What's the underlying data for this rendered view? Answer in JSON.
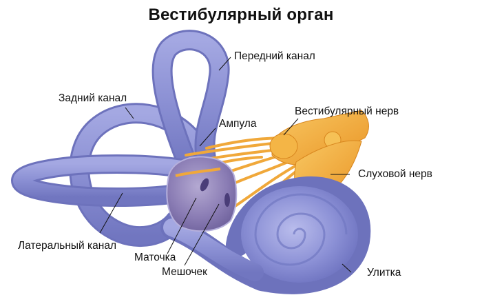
{
  "title": "Вестибулярный орган",
  "colors": {
    "canal": "#8b90d2",
    "canal_dark": "#6f73bd",
    "canal_light": "#b6b9e8",
    "vestibule": "#7d6fa8",
    "nerve": "#f2a531",
    "nerve_light": "#f7c45e",
    "leader_line": "#111111"
  },
  "labels": [
    {
      "id": "anterior-canal",
      "text": "Передний канал"
    },
    {
      "id": "posterior-canal",
      "text": "Задний канал"
    },
    {
      "id": "ampulla",
      "text": "Ампула"
    },
    {
      "id": "vestibular-nerve",
      "text": "Вестибулярный нерв"
    },
    {
      "id": "auditory-nerve",
      "text": "Слуховой нерв"
    },
    {
      "id": "lateral-canal",
      "text": "Латеральный канал"
    },
    {
      "id": "utricle",
      "text": "Маточка"
    },
    {
      "id": "saccule",
      "text": "Мешочек"
    },
    {
      "id": "cochlea",
      "text": "Улитка"
    }
  ]
}
